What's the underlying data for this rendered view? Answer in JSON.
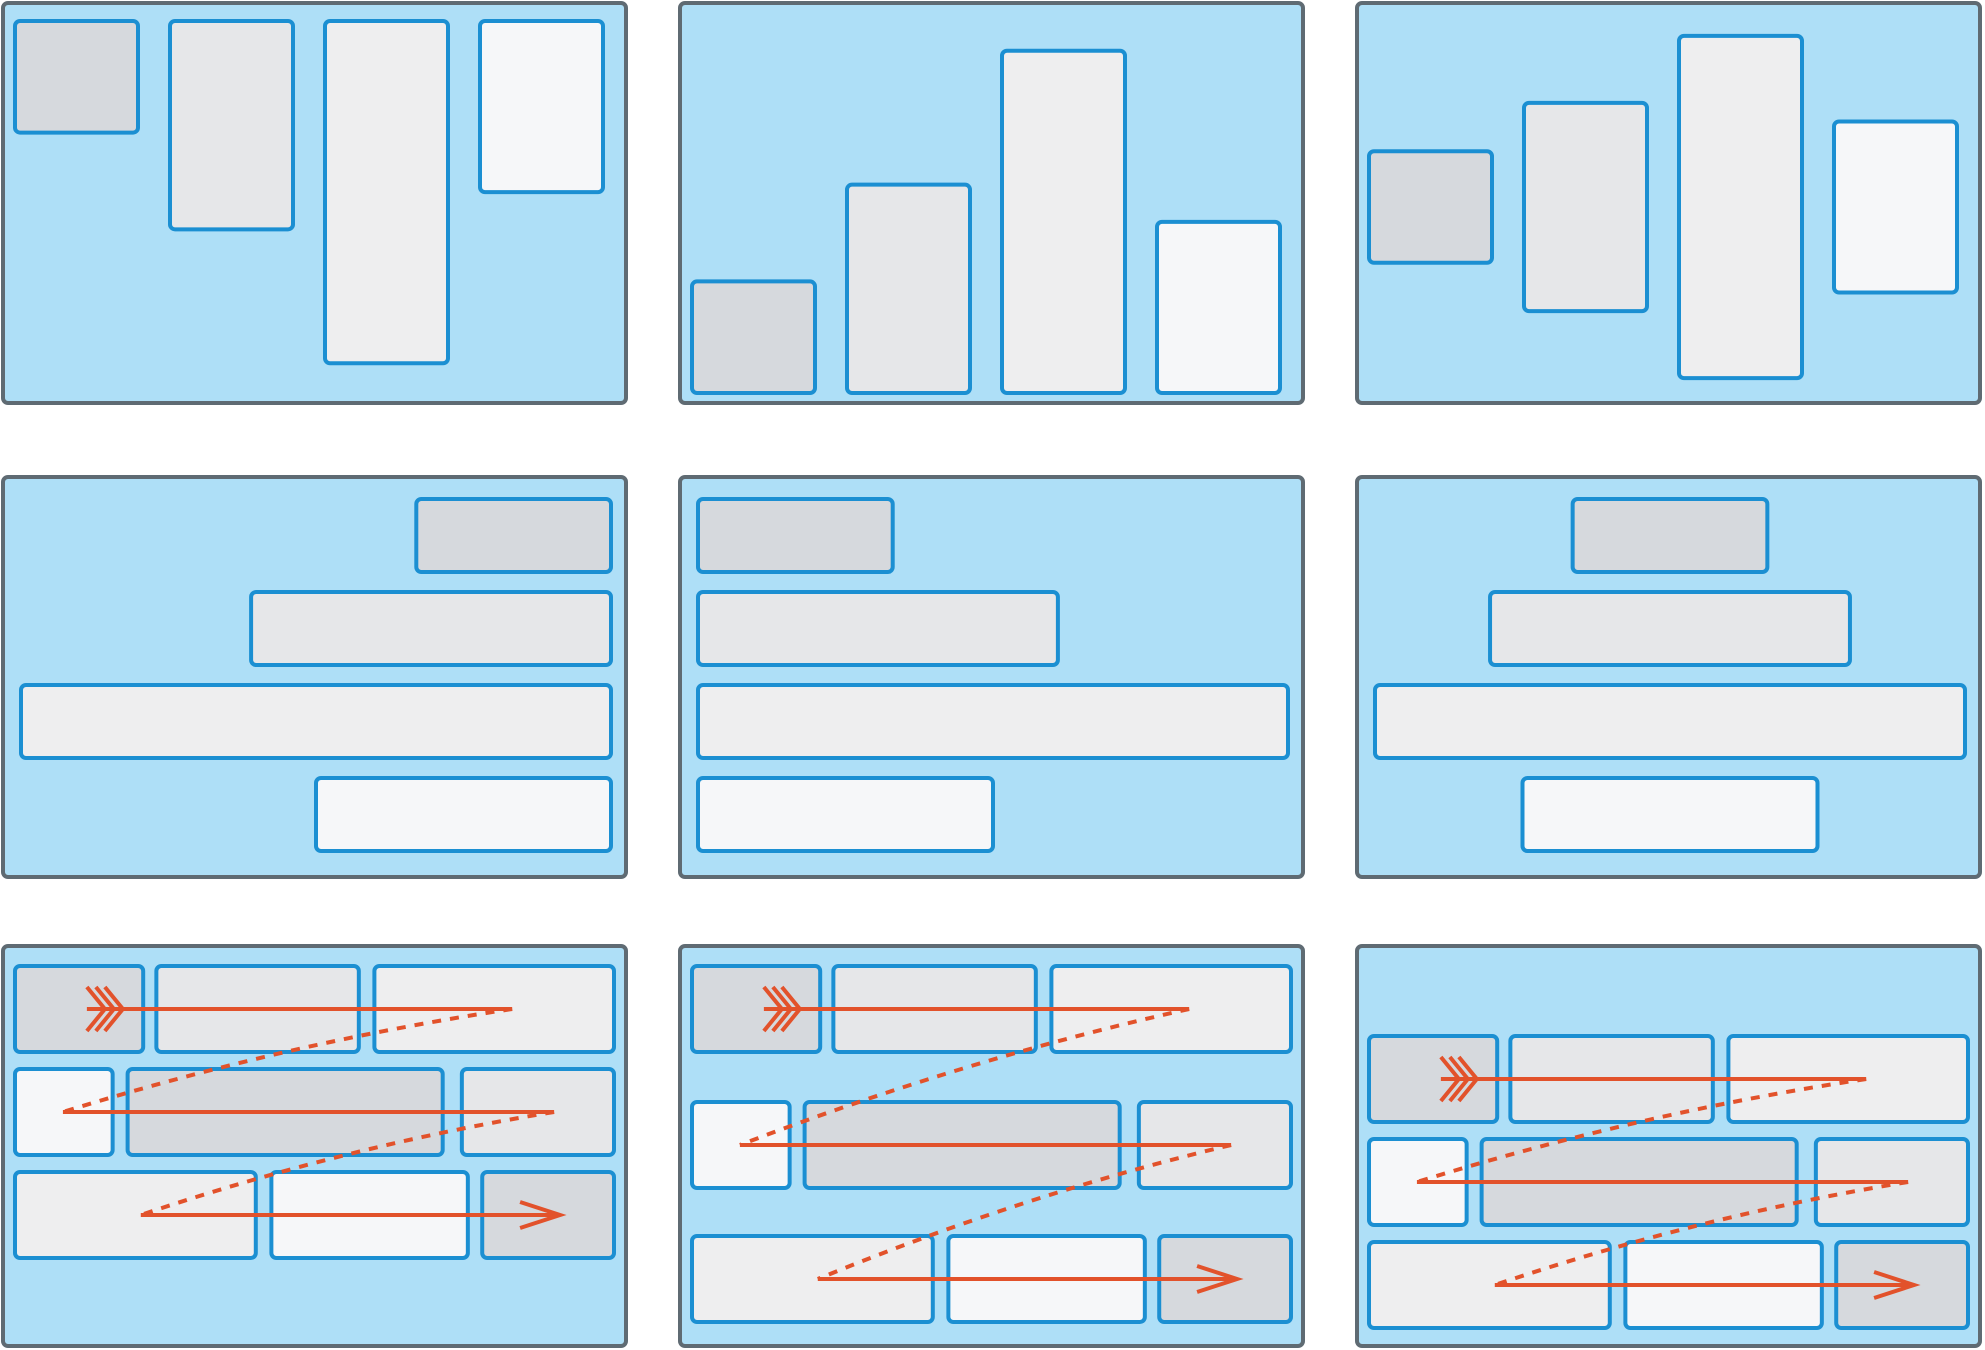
{
  "palette": {
    "panel_fill": "#aedff7",
    "panel_stroke": "#5f6b73",
    "item_stroke": "#1b8fd2",
    "item_fills": [
      "#d6d9dd",
      "#e6e7e9",
      "#eeeeef",
      "#f6f7f9"
    ],
    "flow_arrow": "#e2522b"
  },
  "panels": [
    {
      "id": "vertical-align-top",
      "layout": "columns",
      "alignment": "top",
      "item_heights": [
        0.3,
        0.56,
        0.92,
        0.46
      ]
    },
    {
      "id": "vertical-align-bottom",
      "layout": "columns",
      "alignment": "bottom",
      "item_heights": [
        0.3,
        0.56,
        0.92,
        0.46
      ]
    },
    {
      "id": "vertical-align-center",
      "layout": "columns",
      "alignment": "center",
      "item_heights": [
        0.3,
        0.56,
        0.92,
        0.46
      ]
    },
    {
      "id": "horizontal-align-right",
      "layout": "rows",
      "alignment": "right",
      "item_widths": [
        0.33,
        0.61,
        1.0,
        0.5
      ]
    },
    {
      "id": "horizontal-align-left",
      "layout": "rows",
      "alignment": "left",
      "item_widths": [
        0.33,
        0.61,
        1.0,
        0.5
      ]
    },
    {
      "id": "horizontal-align-center",
      "layout": "rows",
      "alignment": "center",
      "item_widths": [
        0.33,
        0.61,
        1.0,
        0.5
      ]
    },
    {
      "id": "wrap-align-top",
      "layout": "wrap",
      "alignment": "top",
      "row_gap": "tight"
    },
    {
      "id": "wrap-space-between",
      "layout": "wrap",
      "alignment": "space-between",
      "row_gap": "wide"
    },
    {
      "id": "wrap-align-bottom",
      "layout": "wrap",
      "alignment": "bottom",
      "row_gap": "tight"
    }
  ]
}
